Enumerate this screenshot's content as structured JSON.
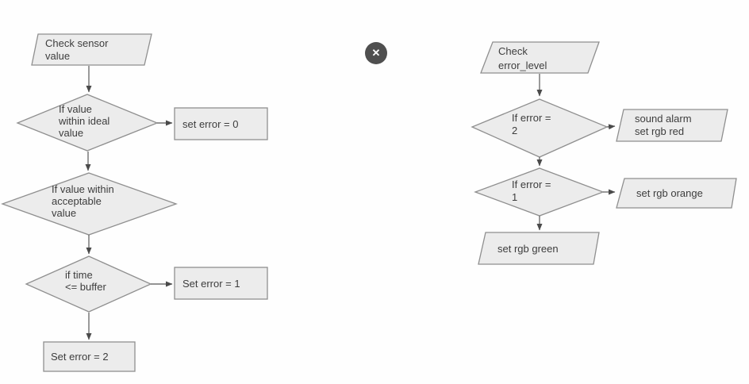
{
  "colors": {
    "bg": "#fefefe",
    "shape_fill": "#ececec",
    "shape_stroke": "#8f8f8f",
    "arrow": "#565656",
    "text": "#3d3d3d",
    "close_bg": "#4f4f4f",
    "close_x": "#ffffff"
  },
  "close_button": {
    "glyph": "✕"
  },
  "left_flowchart": {
    "start": {
      "line1": "Check sensor",
      "line2": "value"
    },
    "decision_ideal": {
      "line1": "If value",
      "line2": "within ideal",
      "line3": "value"
    },
    "set_error_0": "set error = 0",
    "decision_acceptable": {
      "line1": "If value within",
      "line2": "acceptable",
      "line3": "value"
    },
    "decision_time": {
      "line1": "if time",
      "line2": "<= buffer"
    },
    "set_error_1": "Set error = 1",
    "set_error_2": "Set error = 2"
  },
  "right_flowchart": {
    "start": {
      "line1": "Check",
      "line2": "error_level"
    },
    "decision_error_2": {
      "line1": "If error =",
      "line2": "2"
    },
    "alarm": {
      "line1": "sound alarm",
      "line2": "set rgb red"
    },
    "decision_error_1": {
      "line1": "If error =",
      "line2": "1"
    },
    "set_rgb_orange": "set rgb orange",
    "set_rgb_green": "set rgb green"
  }
}
